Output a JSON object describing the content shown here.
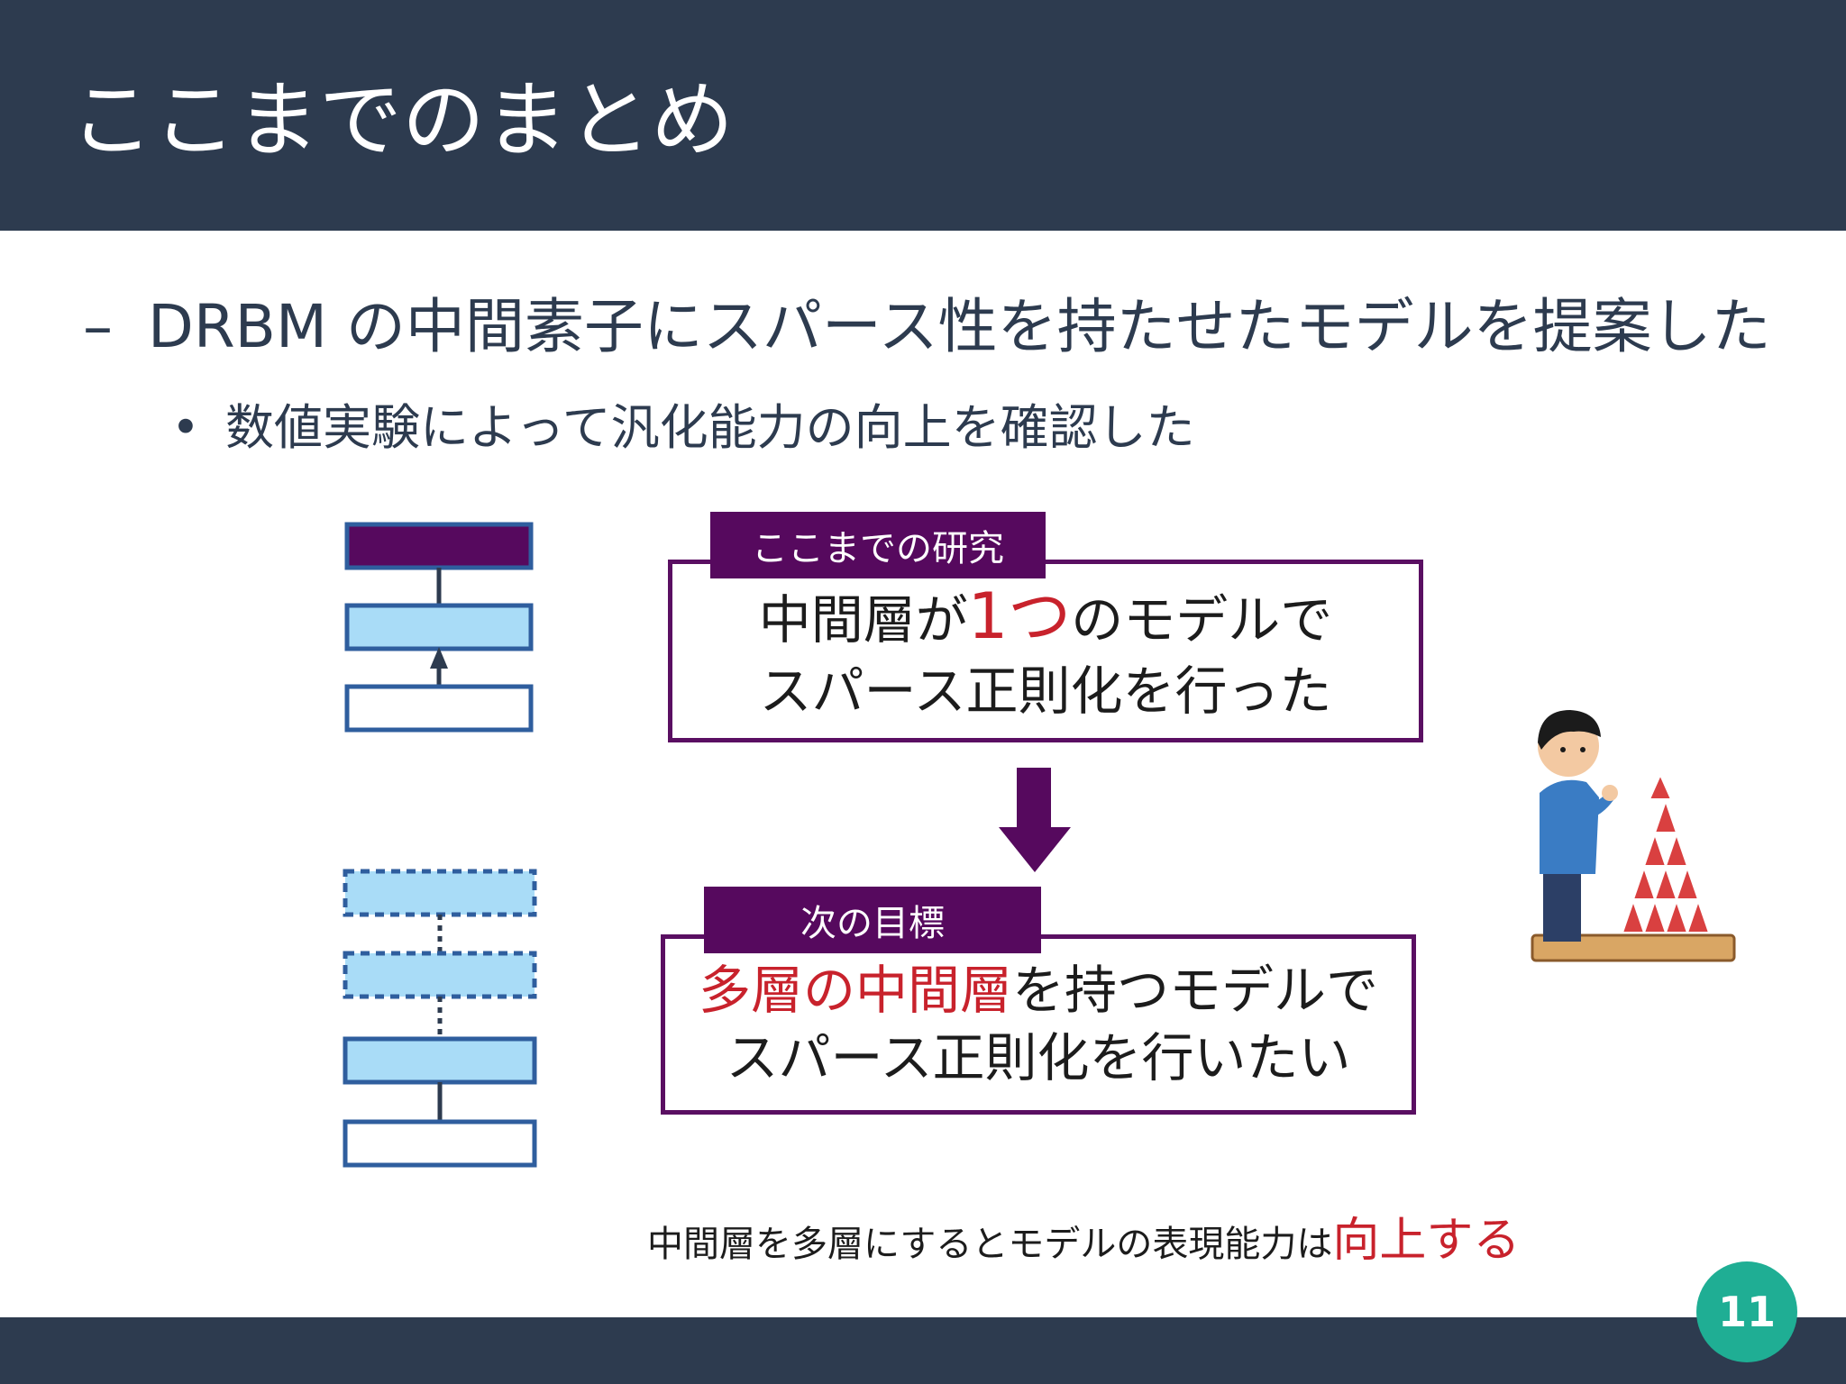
{
  "header": {
    "title": "ここまでのまとめ"
  },
  "content": {
    "bullet1_marker": "–",
    "bullet1": "DRBM の中間素子にスパース性を持たせたモデルを提案した",
    "bullet2_marker": "•",
    "bullet2": "数値実験によって汎化能力の向上を確認した"
  },
  "current": {
    "tag": "ここまでの研究",
    "line1_pre": "中間層が",
    "line1_num": "1",
    "line1_em": "つ",
    "line1_post": "のモデルで",
    "line2": "スパース正則化を行った"
  },
  "next": {
    "tag": "次の目標",
    "line1_em": "多層の中間層",
    "line1_post": "を持つモデルで",
    "line2": "スパース正則化を行いたい"
  },
  "caption": {
    "text": "中間層を多層にするとモデルの表現能力は",
    "emphasis": "向上する"
  },
  "page_number": "11",
  "colors": {
    "header_bg": "#2d3b4f",
    "accent_purple": "#56095e",
    "emphasis_red": "#c8222c",
    "badge_teal": "#1fae94",
    "layer_fill": "#a9dcf7",
    "layer_border": "#2f5e9e"
  }
}
